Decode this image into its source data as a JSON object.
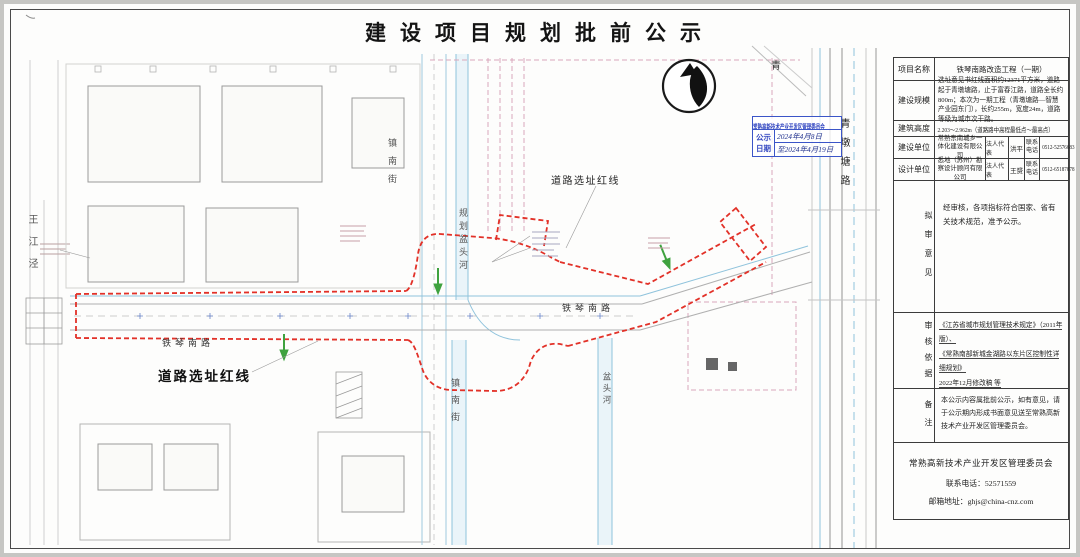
{
  "page": {
    "title": "建设项目规划批前公示"
  },
  "map": {
    "labels": {
      "qing": "青",
      "qingdun_tang_road": "青墩塘路",
      "wangjiangjing": "王江泾",
      "zhennan_street_north": "镇南街",
      "zhennan_street_south": "镇南街",
      "planned_pentou_river": "规划盆头河",
      "pentou_river": "盆头河",
      "redline_label_upper": "道路选址红线",
      "redline_label_lower": "道路选址红线",
      "tieqin_south_road_right": "铁琴南路",
      "tieqin_south_road_left": "铁琴南路"
    },
    "stamp": {
      "agency": "常熟高新技术产业开发区管理委员会",
      "date_label": "公示日期",
      "date_from": "2024年4月8日",
      "date_to": "至2024年4月19日"
    }
  },
  "table": {
    "rows": {
      "project_name": {
        "label": "项目名称",
        "value": "铁琴南路改造工程（一期）"
      },
      "scale": {
        "label": "建设规模",
        "value": "选址意见书红线面积约12371平方米，道路起于青墩塘路，止于富春江路，道路全长约800m；本次为一期工程（青墩塘路—智慧产业园东门），长约255m，宽度24m，道路等级为城市次干路。"
      },
      "height": {
        "label": "建筑高度",
        "value": "2.203～2.962m（道路路中高程最低点～最高点）"
      },
      "builder": {
        "label": "建设单位",
        "value": "常熟东南城乡一体化建设有限公司",
        "rep_label": "法人代表",
        "rep": "洪平",
        "tel_label": "联系电话",
        "tel": "0512-52576683"
      },
      "designer": {
        "label": "设计单位",
        "value": "悉地（苏州）勘察设计顾问有限公司",
        "rep_label": "法人代表",
        "rep": "王赟",
        "tel_label": "联系电话",
        "tel": "0512-65187878"
      },
      "opinion": {
        "label": "拟审意见",
        "value": "经审核，各项指标符合国家、省有关技术规范，准予公示。"
      },
      "basis": {
        "label": "审核依据",
        "line1": "《江苏省城市规划管理技术规定》（2011年版）、",
        "line2": "《常熟南部新城金湖路以东片区控制性详细规划》",
        "line3": "2022年12月修改稿 等"
      },
      "note": {
        "label": "备注",
        "value": "本公示内容属批前公示，如有意见，请于公示期内形成书面意见送至常熟高新技术产业开发区管理委员会。"
      }
    },
    "footer": {
      "org": "常熟高新技术产业开发区管理委员会",
      "tel_label": "联系电话：",
      "tel": "52571559",
      "email_label": "邮箱地址：",
      "email": "ghjs@china-cnz.com"
    }
  },
  "colors": {
    "redline": "#e23128",
    "stamp_blue": "#3b55c8",
    "water_cyan": "#8fc3dc",
    "parcel_pink": "#d9a8bc",
    "green_arrow": "#3fa23f"
  }
}
